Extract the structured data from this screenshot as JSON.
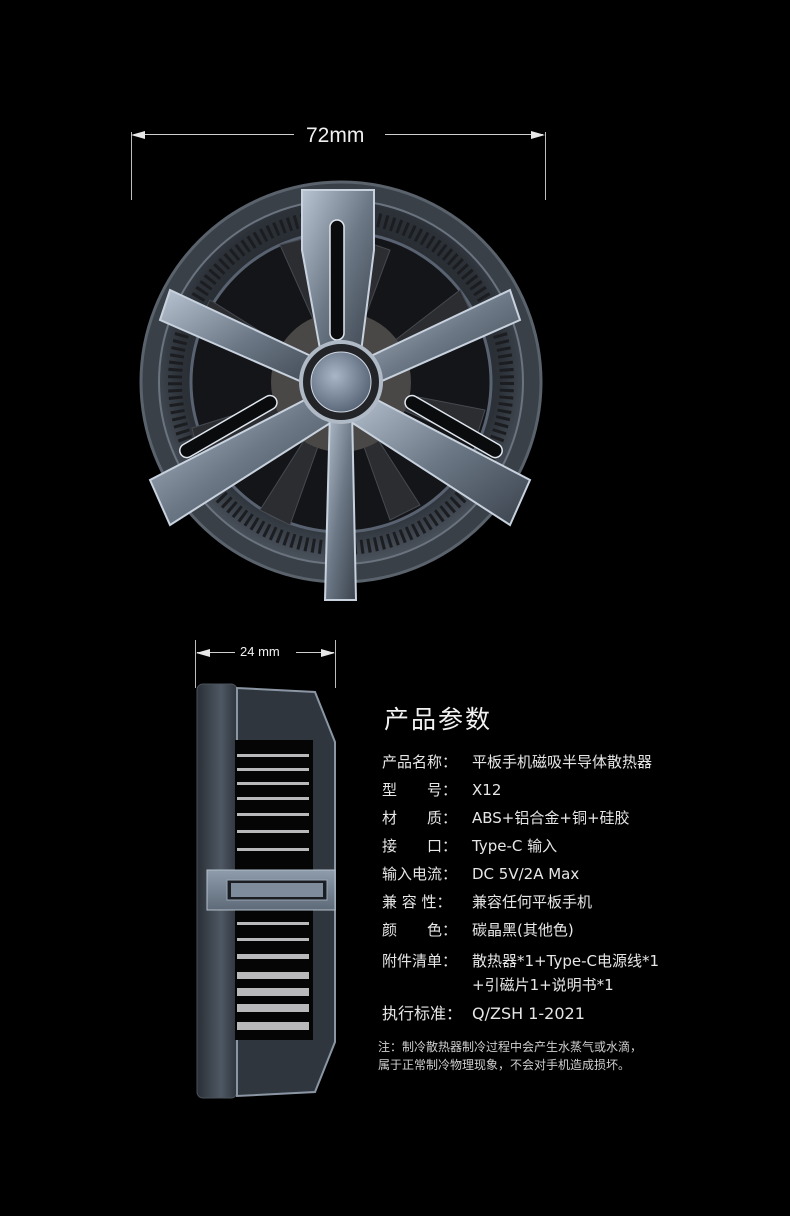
{
  "dimensions": {
    "width_label": "72mm",
    "depth_label": "24 mm"
  },
  "product_images": {
    "front_view": "fan-front-view",
    "side_view": "fan-side-view"
  },
  "specs": {
    "title": "产品参数",
    "rows": [
      {
        "label": "产品名称：",
        "value": "平板手机磁吸半导体散热器"
      },
      {
        "label": "型　　号：",
        "value": "X12"
      },
      {
        "label": "材　　质：",
        "value": "ABS+铝合金+铜+硅胶"
      },
      {
        "label": "接　　口：",
        "value": "Type-C 输入"
      },
      {
        "label": "输入电流：",
        "value": "DC 5V/2A Max"
      },
      {
        "label": "兼 容 性：",
        "value": "兼容任何平板手机"
      },
      {
        "label": "颜　　色：",
        "value": "碳晶黑(其他色)"
      },
      {
        "label": "附件清单：",
        "value": "散热器*1+Type-C电源线*1",
        "value_line2": "+引磁片1+说明书*1"
      },
      {
        "label": "执行标准：",
        "value": "Q/ZSH 1-2021"
      }
    ],
    "note_line1": "注：制冷散热器制冷过程中会产生水蒸气或水滴，",
    "note_line2": "属于正常制冷物理现象，不会对手机造成损坏。"
  },
  "colors": {
    "background": "#000000",
    "metal_light": "#9aa8b8",
    "metal_dark": "#3a4048",
    "text": "#e6e6e6"
  }
}
